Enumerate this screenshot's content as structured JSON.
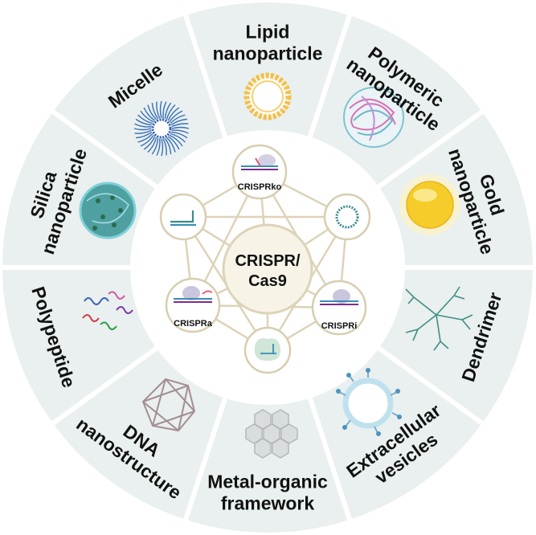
{
  "center": {
    "line1": "CRISPR/",
    "line2": "Cas9"
  },
  "nodes": [
    {
      "id": "ko",
      "label": "CRISPRko",
      "icon": "dna-cut-icon"
    },
    {
      "id": "plasmid",
      "label": "",
      "icon": "plasmid-icon"
    },
    {
      "id": "i",
      "label": "CRISPRi",
      "icon": "dna-repress-icon"
    },
    {
      "id": "rnp",
      "label": "",
      "icon": "rnp-complex-icon"
    },
    {
      "id": "a",
      "label": "CRISPRa",
      "icon": "dna-activate-icon"
    },
    {
      "id": "mrna",
      "label": "",
      "icon": "mrna-icon"
    }
  ],
  "segments": [
    {
      "key": "lipid",
      "lines": [
        "Lipid",
        "nanoparticle"
      ]
    },
    {
      "key": "polymeric",
      "lines": [
        "Polymeric",
        "nanoparticle"
      ]
    },
    {
      "key": "gold",
      "lines": [
        "Gold",
        "nanoparticle"
      ]
    },
    {
      "key": "dendrimer",
      "lines": [
        "Dendrimer"
      ]
    },
    {
      "key": "extracellular",
      "lines": [
        "Extracellular",
        "vesicles"
      ]
    },
    {
      "key": "mof",
      "lines": [
        "Metal-organic",
        "framework"
      ]
    },
    {
      "key": "dna",
      "lines": [
        "DNA",
        "nanostructure"
      ]
    },
    {
      "key": "polypeptide",
      "lines": [
        "Polypeptide"
      ]
    },
    {
      "key": "silica",
      "lines": [
        "Silica",
        "nanoparticle"
      ]
    },
    {
      "key": "micelle",
      "lines": [
        "Micelle"
      ]
    }
  ],
  "colors": {
    "segment_fill": "#e9f0ef",
    "separator": "#ffffff",
    "network_line": "#ddd3b8",
    "node_stroke": "#d8cdb0",
    "center_fill": "#f7f3e6"
  }
}
